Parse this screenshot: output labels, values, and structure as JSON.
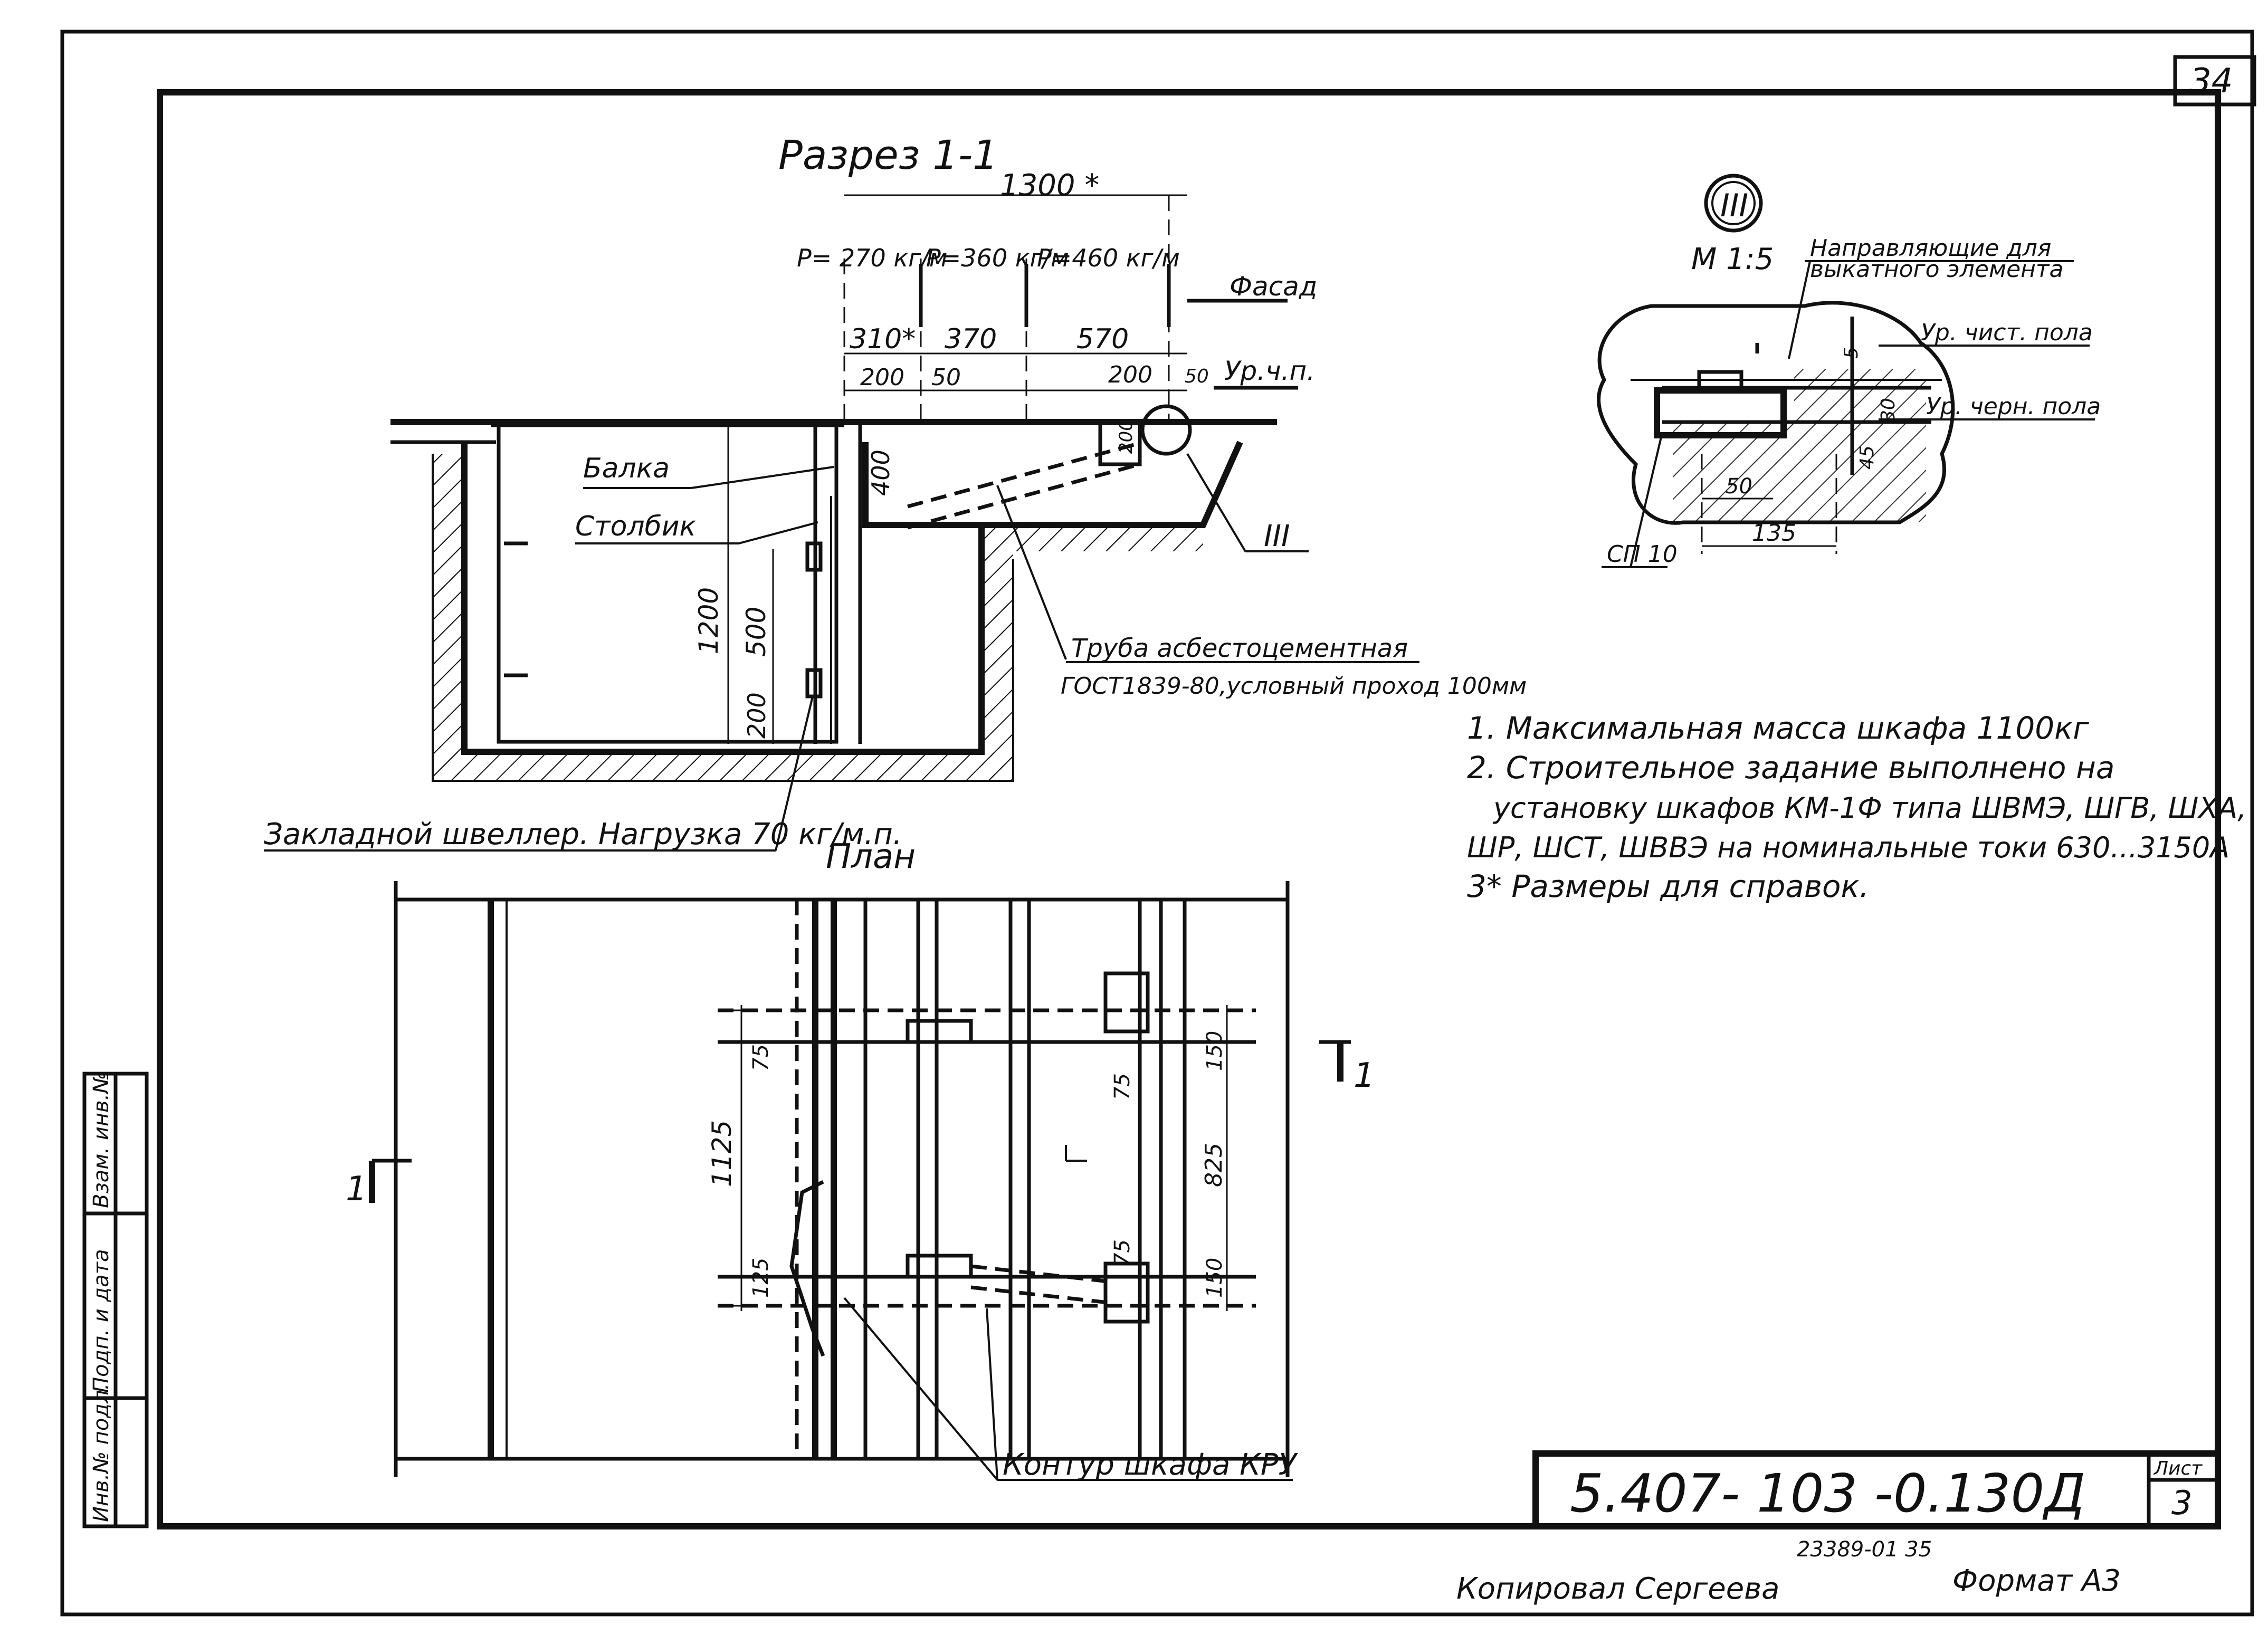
{
  "sheet": {
    "page_number": "34",
    "code": "5.407- 103 -0.130Д",
    "sheet_label": "Лист",
    "sheet_number": "3",
    "archive_number": "23389-01   35",
    "copied_by": "Копировал Сергеева",
    "format": "Формат А3"
  },
  "side_stamp": {
    "inv_no": "Инв.№ подл.",
    "sign_date": "Подп. и дата",
    "replace_inv": "Взам. инв.№"
  },
  "section": {
    "title": "Разрез 1-1",
    "overall_dim": "1300 *",
    "loads": [
      "P= 270 кг/м",
      "P=360 кг/м",
      "P=460 кг/м"
    ],
    "facade": "Фасад",
    "dims_top": [
      "310*",
      "370",
      "570"
    ],
    "dims_small": [
      "200",
      "50",
      "200",
      "50"
    ],
    "floor_level": "Ур.ч.п.",
    "beam_label": "Балка",
    "post_label": "Столбик",
    "dims_vertical": [
      "400",
      "200",
      "1200",
      "500",
      "200"
    ],
    "pipe_label_1": "Труба асбестоцементная",
    "pipe_label_2": "ГОСТ1839-80,условный проход 100мм",
    "channel_label": "Закладной швеллер. Нагрузка 70 кг/м.п.",
    "detail_ref": "III"
  },
  "detail": {
    "ref": "III",
    "scale": "М 1:5",
    "guides_1": "Направляющие для",
    "guides_2": "выкатного элемента",
    "clean_floor": "Ур. чист. пола",
    "rough_floor": "Ур. черн. пола",
    "channel": "СП 10",
    "dims": [
      "5",
      "30",
      "45",
      "50",
      "135"
    ]
  },
  "notes": [
    "1.  Максимальная масса шкафа 1100кг",
    "2. Строительное задание выполнено на",
    "установку шкафов КМ-1Ф типа ШВМЭ, ШГВ, ШХА,",
    "ШР, ШСТ, ШВВЭ на номинальные токи 630...3150А",
    "3* Размеры для справок."
  ],
  "plan": {
    "title": "План",
    "dims": [
      "75",
      "1125",
      "125",
      "75",
      "75",
      "150",
      "825",
      "150"
    ],
    "cut_label": "1",
    "contour_label": "Контур шкафа КРУ"
  }
}
